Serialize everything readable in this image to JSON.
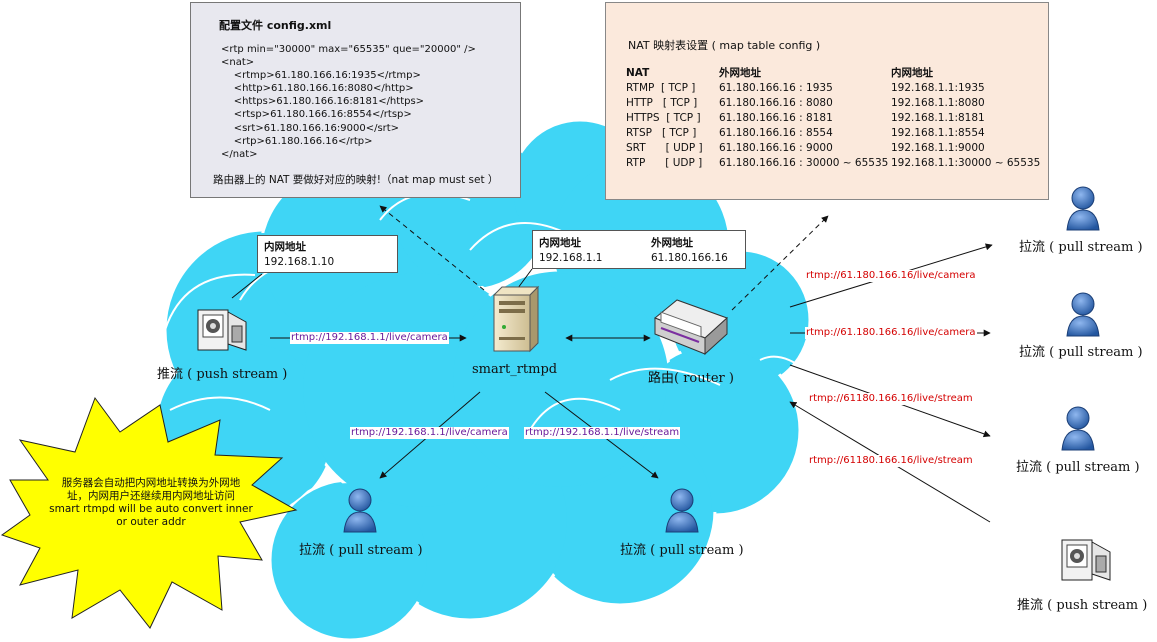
{
  "config": {
    "title": "配置文件 config.xml",
    "lines": [
      "<rtp min=\"30000\" max=\"65535\" que=\"20000\" />",
      "<nat>",
      "    <rtmp>61.180.166.16:1935</rtmp>",
      "    <http>61.180.166.16:8080</http>",
      "    <https>61.180.166.16:8181</https>",
      "    <rtsp>61.180.166.16:8554</rtsp>",
      "    <srt>61.180.166.16:9000</srt>",
      "    <rtp>61.180.166.16</rtp>",
      "</nat>"
    ],
    "note": "路由器上的 NAT 要做好对应的映射!（nat map must set ）"
  },
  "nat_table": {
    "title": "NAT 映射表设置 ( map table config )",
    "headers": [
      "NAT",
      "外网地址",
      "内网地址"
    ],
    "rows": [
      [
        "RTMP  [ TCP ]",
        "61.180.166.16 : 1935",
        "192.168.1.1:1935"
      ],
      [
        "HTTP   [ TCP ]",
        "61.180.166.16 : 8080",
        "192.168.1.1:8080"
      ],
      [
        "HTTPS  [ TCP ]",
        "61.180.166.16 : 8181",
        "192.168.1.1:8181"
      ],
      [
        "RTSP   [ TCP ]",
        "61.180.166.16 : 8554",
        "192.168.1.1:8554"
      ],
      [
        "SRT      [ UDP ]",
        "61.180.166.16 : 9000",
        "192.168.1.1:9000"
      ],
      [
        "RTP      [ UDP ]",
        "61.180.166.16 : 30000 ~ 65535",
        "192.168.1.1:30000 ~ 65535"
      ]
    ]
  },
  "inner_box": {
    "label": "内网地址",
    "value": "192.168.1.10"
  },
  "server_box": {
    "inner_label": "内网地址",
    "inner_value": "192.168.1.1",
    "outer_label": "外网地址",
    "outer_value": "61.180.166.16"
  },
  "nodes": {
    "camera_push": "推流 ( push stream )",
    "server": "smart_rtmpd",
    "router": "路由( router )",
    "pull_left": "拉流 ( pull stream )",
    "pull_mid": "拉流 ( pull stream )",
    "pull_right_1": "拉流 ( pull stream )",
    "pull_right_2": "拉流 ( pull stream )",
    "pull_right_3": "拉流 ( pull stream )",
    "push_right": "推流 ( push stream )"
  },
  "urls": {
    "push_in": "rtmp://192.168.1.1/live/camera",
    "pull_left": "rtmp://192.168.1.1/live/camera",
    "pull_mid": "rtmp://192.168.1.1/live/stream",
    "out_1": "rtmp://61.180.166.16/live/camera",
    "out_2": "rtmp://61.180.166.16/live/camera",
    "out_3": "rtmp://61180.166.16/live/stream",
    "out_4": "rtmp://61180.166.16/live/stream"
  },
  "note": {
    "line1": "服务器会自动把内网地址转换为外网地",
    "line2": "址，内网用户还继续用内网地址访问",
    "line3": "smart rtmpd will be auto convert inner",
    "line4": "or outer addr"
  },
  "colors": {
    "cloud": "#3fd5f5",
    "cloud_edge": "#ffffff",
    "note_fill": "#ffff00",
    "url_purple": "#6a1b9a",
    "url_red": "#d40000",
    "person": "#2f66b3"
  }
}
